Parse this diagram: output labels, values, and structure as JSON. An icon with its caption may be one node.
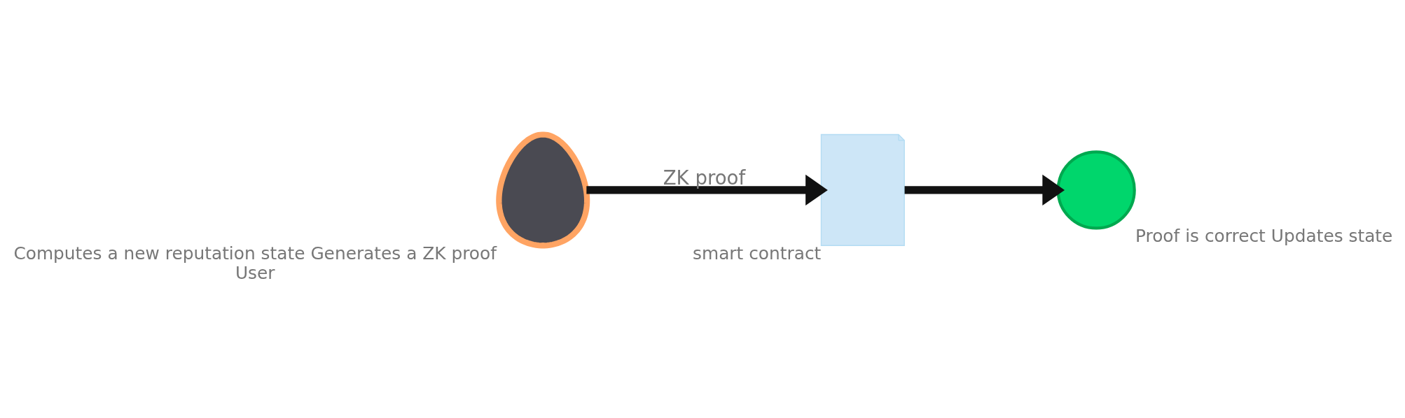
{
  "diagram": {
    "nodes": [
      {
        "text": [],
        "shape": "person",
        "beside": [
          "Computes a new reputation state Generates a ZK proof",
          "User"
        ]
      },
      {
        "text": [],
        "shape": "document",
        "beside": [
          "smart contract"
        ]
      },
      {
        "text": [],
        "shape": "circle",
        "beside": [
          "Proof is correct Updates state"
        ]
      }
    ],
    "edges": [
      {
        "from": 0,
        "to": 1,
        "arrow": "to",
        "label": "ZK proof"
      },
      {
        "from": 1,
        "to": 2,
        "arrow": "to"
      }
    ]
  }
}
